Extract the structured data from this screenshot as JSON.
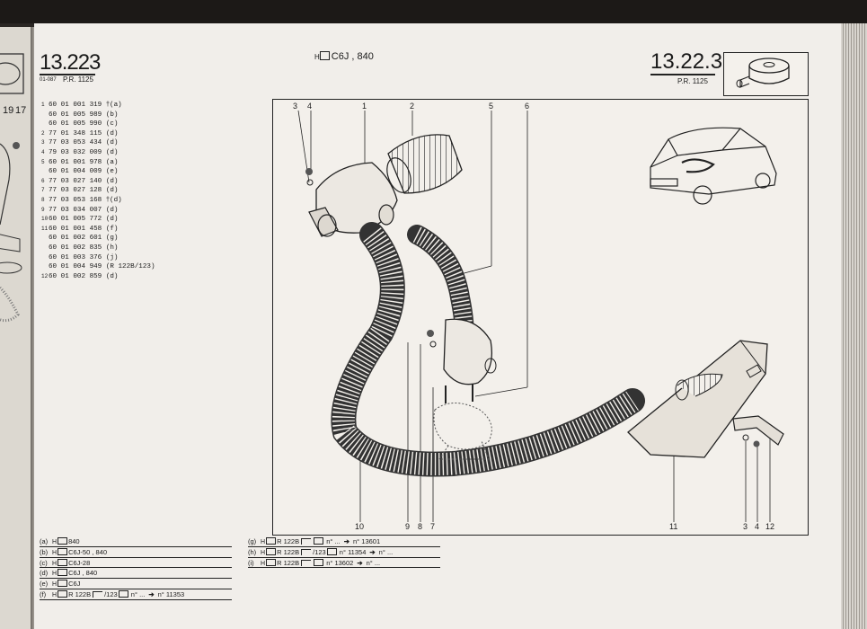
{
  "header": {
    "left_number": "13.223",
    "left_code": "01-087",
    "left_pr": "P.R. 1125",
    "center_engine": "C6J , 840",
    "right_number": "13.22.3",
    "right_pr": "P.R. 1125"
  },
  "parts": [
    {
      "idx": "1",
      "ref": "60 01 001 319",
      "mark": "†",
      "note": "(a)"
    },
    {
      "idx": "",
      "ref": "60 01 005 989",
      "mark": "",
      "note": "(b)"
    },
    {
      "idx": "",
      "ref": "60 01 005 990",
      "mark": "",
      "note": "(c)"
    },
    {
      "idx": "2",
      "ref": "77 01 348 115",
      "mark": "",
      "note": "(d)"
    },
    {
      "idx": "3",
      "ref": "77 03 053 434",
      "mark": "",
      "note": "(d)"
    },
    {
      "idx": "4",
      "ref": "79 03 032 009",
      "mark": "",
      "note": "(d)"
    },
    {
      "idx": "5",
      "ref": "60 01 001 978",
      "mark": "",
      "note": "(a)"
    },
    {
      "idx": "",
      "ref": "60 01 004 009",
      "mark": "",
      "note": "(e)"
    },
    {
      "idx": "6",
      "ref": "77 03 027 140",
      "mark": "",
      "note": "(d)"
    },
    {
      "idx": "7",
      "ref": "77 03 027 128",
      "mark": "",
      "note": "(d)"
    },
    {
      "idx": "8",
      "ref": "77 03 053 168",
      "mark": "†",
      "note": "(d)"
    },
    {
      "idx": "9",
      "ref": "77 03 034 007",
      "mark": "",
      "note": "(d)"
    },
    {
      "idx": "10",
      "ref": "60 01 005 772",
      "mark": "",
      "note": "(d)"
    },
    {
      "idx": "11",
      "ref": "60 01 001 458",
      "mark": "",
      "note": "(f)"
    },
    {
      "idx": "",
      "ref": "60 01 002 601",
      "mark": "",
      "note": "(g)"
    },
    {
      "idx": "",
      "ref": "60 01 002 835",
      "mark": "",
      "note": "(h)"
    },
    {
      "idx": "",
      "ref": "60 01 003 376",
      "mark": "",
      "note": "(j)"
    },
    {
      "idx": "",
      "ref": "60 01 004 949",
      "mark": "",
      "note": "(R 122B/123)"
    },
    {
      "idx": "12",
      "ref": "60 01 002 859",
      "mark": "",
      "note": "(d)"
    }
  ],
  "callouts_top": [
    "3",
    "4",
    "1",
    "2",
    "5",
    "6"
  ],
  "callouts_bottom": [
    "10",
    "9",
    "8",
    "7",
    "11",
    "3",
    "4",
    "12"
  ],
  "legend_left": [
    {
      "key": "(a)",
      "text": "840"
    },
    {
      "key": "(b)",
      "text": "C6J-50 , 840"
    },
    {
      "key": "(c)",
      "text": "C6J-28"
    },
    {
      "key": "(d)",
      "text": "C6J , 840"
    },
    {
      "key": "(e)",
      "text": "C6J"
    },
    {
      "key": "(f)",
      "model": "R 122B",
      "suffix": "/123",
      "n1": "n°",
      "dots": "...",
      "n2": "n°",
      "serial": "11353"
    }
  ],
  "legend_right": [
    {
      "key": "(g)",
      "model": "R 122B",
      "suffix": "",
      "n1": "n°",
      "dots": "...",
      "n2": "n°",
      "serial": "13601"
    },
    {
      "key": "(h)",
      "model": "R 122B",
      "suffix": "/123",
      "n1": "n°",
      "dots": "11354",
      "n2": "n°",
      "serial": "..."
    },
    {
      "key": "(i)",
      "model": "R 122B",
      "suffix": "",
      "n1": "n°",
      "dots": "13602",
      "n2": "n°",
      "serial": "..."
    }
  ],
  "left_page_fragments": [
    "19",
    "17"
  ]
}
